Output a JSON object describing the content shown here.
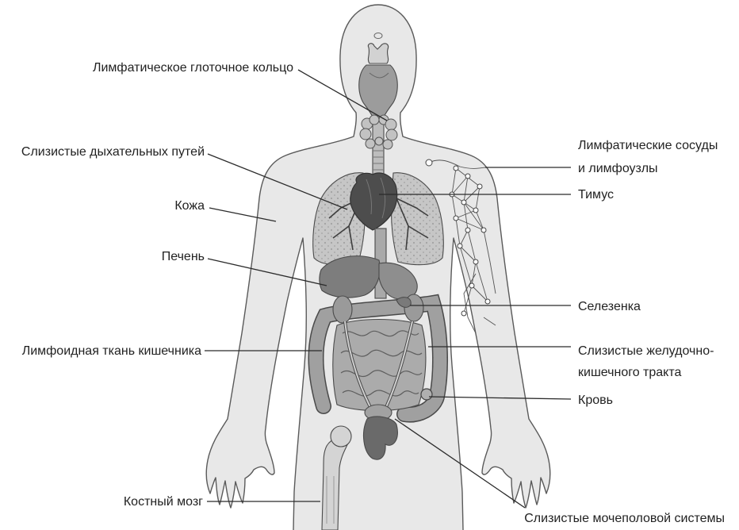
{
  "labels": {
    "pharyngeal_ring": "Лимфатическое глоточное кольцо",
    "respiratory_mucosa": "Слизистые дыхательных путей",
    "skin": "Кожа",
    "liver": "Печень",
    "gut_lymphoid_tissue": "Лимфоидная ткань кишечника",
    "bone_marrow": "Костный мозг",
    "lymph_vessels_line1": "Лимфатические сосуды",
    "lymph_vessels_line2": "и лимфоузлы",
    "thymus": "Тимус",
    "spleen": "Селезенка",
    "gi_mucosa_line1": "Слизистые желудочно-",
    "gi_mucosa_line2": "кишечного тракта",
    "blood": "Кровь",
    "urogenital_mucosa": "Слизистые мочеполовой системы"
  },
  "colors": {
    "body_fill": "#e8e8e8",
    "leader_line": "#2b2b2b",
    "heart": "#4d4d4d",
    "liver": "#7d7d7d",
    "lung": "#c6c6c6"
  }
}
